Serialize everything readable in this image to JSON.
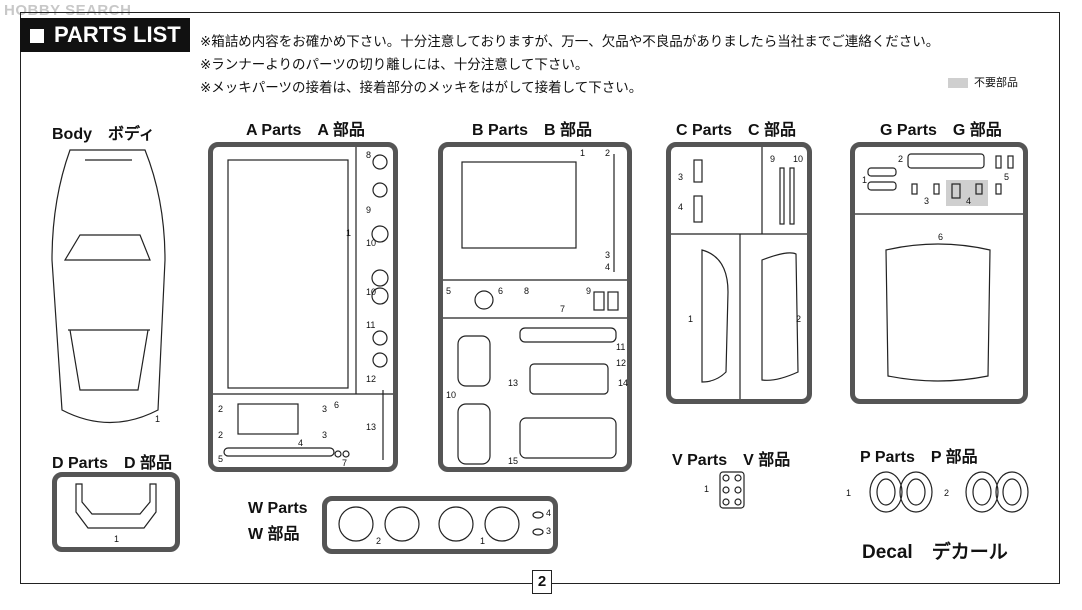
{
  "watermark": "HOBBY SEARCH",
  "header": {
    "title": "PARTS LIST",
    "notes": [
      "※箱詰め内容をお確かめ下さい。十分注意しておりますが、万一、欠品や不良品がありましたら当社までご連絡ください。",
      "※ランナーよりのパーツの切り離しには、十分注意して下さい。",
      "※メッキパーツの接着は、接着部分のメッキをはがして接着して下さい。"
    ],
    "legend": "不要部品"
  },
  "sections": {
    "body": "Body　ボディ",
    "a": "A Parts　A 部品",
    "b": "B Parts　B 部品",
    "c": "C Parts　C 部品",
    "g": "G Parts　G 部品",
    "d": "D Parts　D 部品",
    "w1": "W Parts",
    "w2": "W 部品",
    "v": "V Parts　V 部品",
    "p": "P Parts　P 部品",
    "decal": "Decal　デカール"
  },
  "numbers": {
    "body": "1",
    "a": [
      "1",
      "8",
      "9",
      "10",
      "10",
      "11",
      "12",
      "13",
      "2",
      "3",
      "6",
      "2",
      "3",
      "4",
      "5",
      "7"
    ],
    "b": [
      "1",
      "2",
      "3",
      "4",
      "5",
      "6",
      "7",
      "8",
      "9",
      "10",
      "11",
      "12",
      "13",
      "14",
      "15"
    ],
    "c": [
      "3",
      "4",
      "9",
      "10",
      "1",
      "2"
    ],
    "g": [
      "2",
      "1",
      "3",
      "4",
      "5",
      "6"
    ],
    "d": "1",
    "w": [
      "2",
      "1",
      "4",
      "3"
    ],
    "v": "1",
    "p": [
      "1",
      "2"
    ]
  },
  "page_number": "2",
  "colors": {
    "runner": "#555555",
    "unused": "#cfcfcf",
    "title_bg": "#111111"
  }
}
